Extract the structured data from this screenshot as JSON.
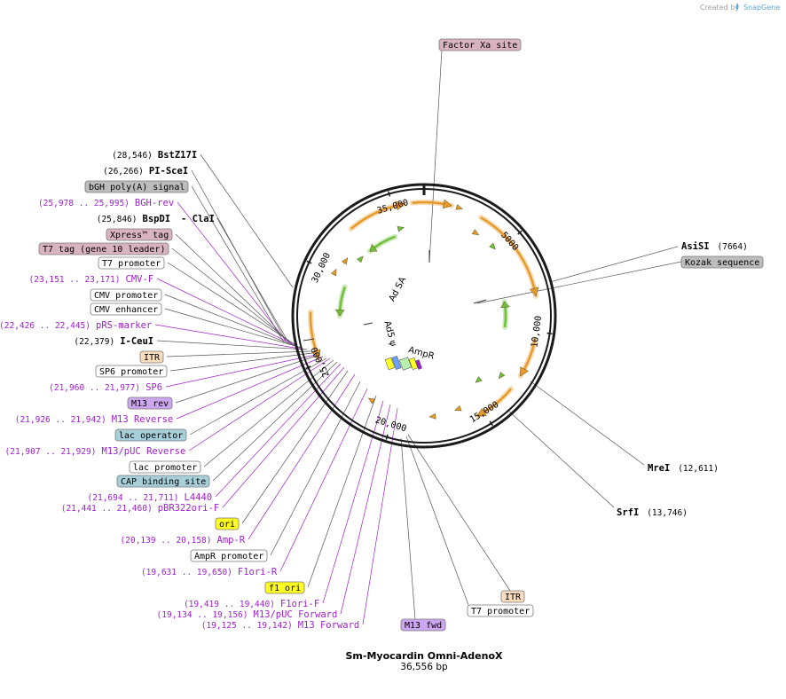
{
  "credit": {
    "prefix": "Created by",
    "brand": "SnapGene"
  },
  "title": {
    "name": "Sm-Myocardin Omni-AdenoX",
    "length": "36,556 bp"
  },
  "ring_ticks": [
    "5000",
    "10,000",
    "15,000",
    "20,000",
    "25,000",
    "30,000",
    "35,000"
  ],
  "inner_labels": [
    "Ad SA",
    "Ad5 ψ",
    "AmpR"
  ],
  "colors": {
    "gray_box": "#bdbdbd",
    "pink_box": "#d9b3c0",
    "lavender_box": "#cda6f0",
    "yellow_box": "#ffff22",
    "blue_box": "#a7cfd9",
    "peach_box": "#fadcbf",
    "white_box": "#ffffff",
    "purple_text": "#a020d0",
    "orange_feature": "#e59a2a",
    "green_feature": "#6fbf3d"
  },
  "left_labels": [
    {
      "coord": "(28,546)",
      "name": "BstZ17I",
      "kind": "enzyme"
    },
    {
      "coord": "(26,266)",
      "name": "PI-SceI",
      "kind": "enzyme"
    },
    {
      "name": "bGH poly(A) signal",
      "kind": "box",
      "color": "gray"
    },
    {
      "coord": "(25,978 .. 25,995)",
      "name": "BGH-rev",
      "kind": "primer"
    },
    {
      "coord": "(25,846)",
      "name": "BspDI",
      "extra": "- ClaI",
      "kind": "enzyme2"
    },
    {
      "name": "Xpress™ tag",
      "kind": "box",
      "color": "pink"
    },
    {
      "name": "T7 tag (gene 10 leader)",
      "kind": "box",
      "color": "pink"
    },
    {
      "name": "T7 promoter",
      "kind": "box",
      "color": "white"
    },
    {
      "coord": "(23,151 .. 23,171)",
      "name": "CMV-F",
      "kind": "primer"
    },
    {
      "name": "CMV promoter",
      "kind": "box",
      "color": "white"
    },
    {
      "name": "CMV enhancer",
      "kind": "box",
      "color": "white"
    },
    {
      "coord": "(22,426 .. 22,445)",
      "name": "pRS-marker",
      "kind": "primer"
    },
    {
      "coord": "(22,379)",
      "name": "I-CeuI",
      "kind": "enzyme"
    },
    {
      "name": "ITR",
      "kind": "box",
      "color": "peach"
    },
    {
      "name": "SP6 promoter",
      "kind": "box",
      "color": "white"
    },
    {
      "coord": "(21,960 .. 21,977)",
      "name": "SP6",
      "kind": "primer"
    },
    {
      "name": "M13 rev",
      "kind": "box",
      "color": "lavender"
    },
    {
      "coord": "(21,926 .. 21,942)",
      "name": "M13 Reverse",
      "kind": "primer"
    },
    {
      "name": "lac operator",
      "kind": "box",
      "color": "blue"
    },
    {
      "coord": "(21,907 .. 21,929)",
      "name": "M13/pUC Reverse",
      "kind": "primer"
    },
    {
      "name": "lac promoter",
      "kind": "box",
      "color": "white"
    },
    {
      "name": "CAP binding site",
      "kind": "box",
      "color": "blue"
    },
    {
      "coord": "(21,694 .. 21,711)",
      "name": "L4440",
      "kind": "primer"
    },
    {
      "coord": "(21,441 .. 21,460)",
      "name": "pBR322ori-F",
      "kind": "primer"
    },
    {
      "name": "ori",
      "kind": "box",
      "color": "yellow"
    },
    {
      "coord": "(20,139 .. 20,158)",
      "name": "Amp-R",
      "kind": "primer"
    },
    {
      "name": "AmpR promoter",
      "kind": "box",
      "color": "white"
    },
    {
      "coord": "(19,631 .. 19,650)",
      "name": "F1ori-R",
      "kind": "primer"
    },
    {
      "name": "f1 ori",
      "kind": "box",
      "color": "yellow"
    },
    {
      "coord": "(19,419 .. 19,440)",
      "name": "F1ori-F",
      "kind": "primer"
    },
    {
      "coord": "(19,134 .. 19,156)",
      "name": "M13/pUC Forward",
      "kind": "primer"
    },
    {
      "coord": "(19,125 .. 19,142)",
      "name": "M13 Forward",
      "kind": "primer"
    }
  ],
  "other_labels": {
    "factor_xa": "Factor Xa site",
    "asisi": {
      "name": "AsiSI",
      "coord": "(7664)"
    },
    "kozak": "Kozak sequence",
    "mrei": {
      "name": "MreI",
      "coord": "(12,611)"
    },
    "srfi": {
      "name": "SrfI",
      "coord": "(13,746)"
    },
    "itr_bottom": "ITR",
    "t7_bottom": "T7 promoter",
    "m13fwd": "M13 fwd"
  }
}
